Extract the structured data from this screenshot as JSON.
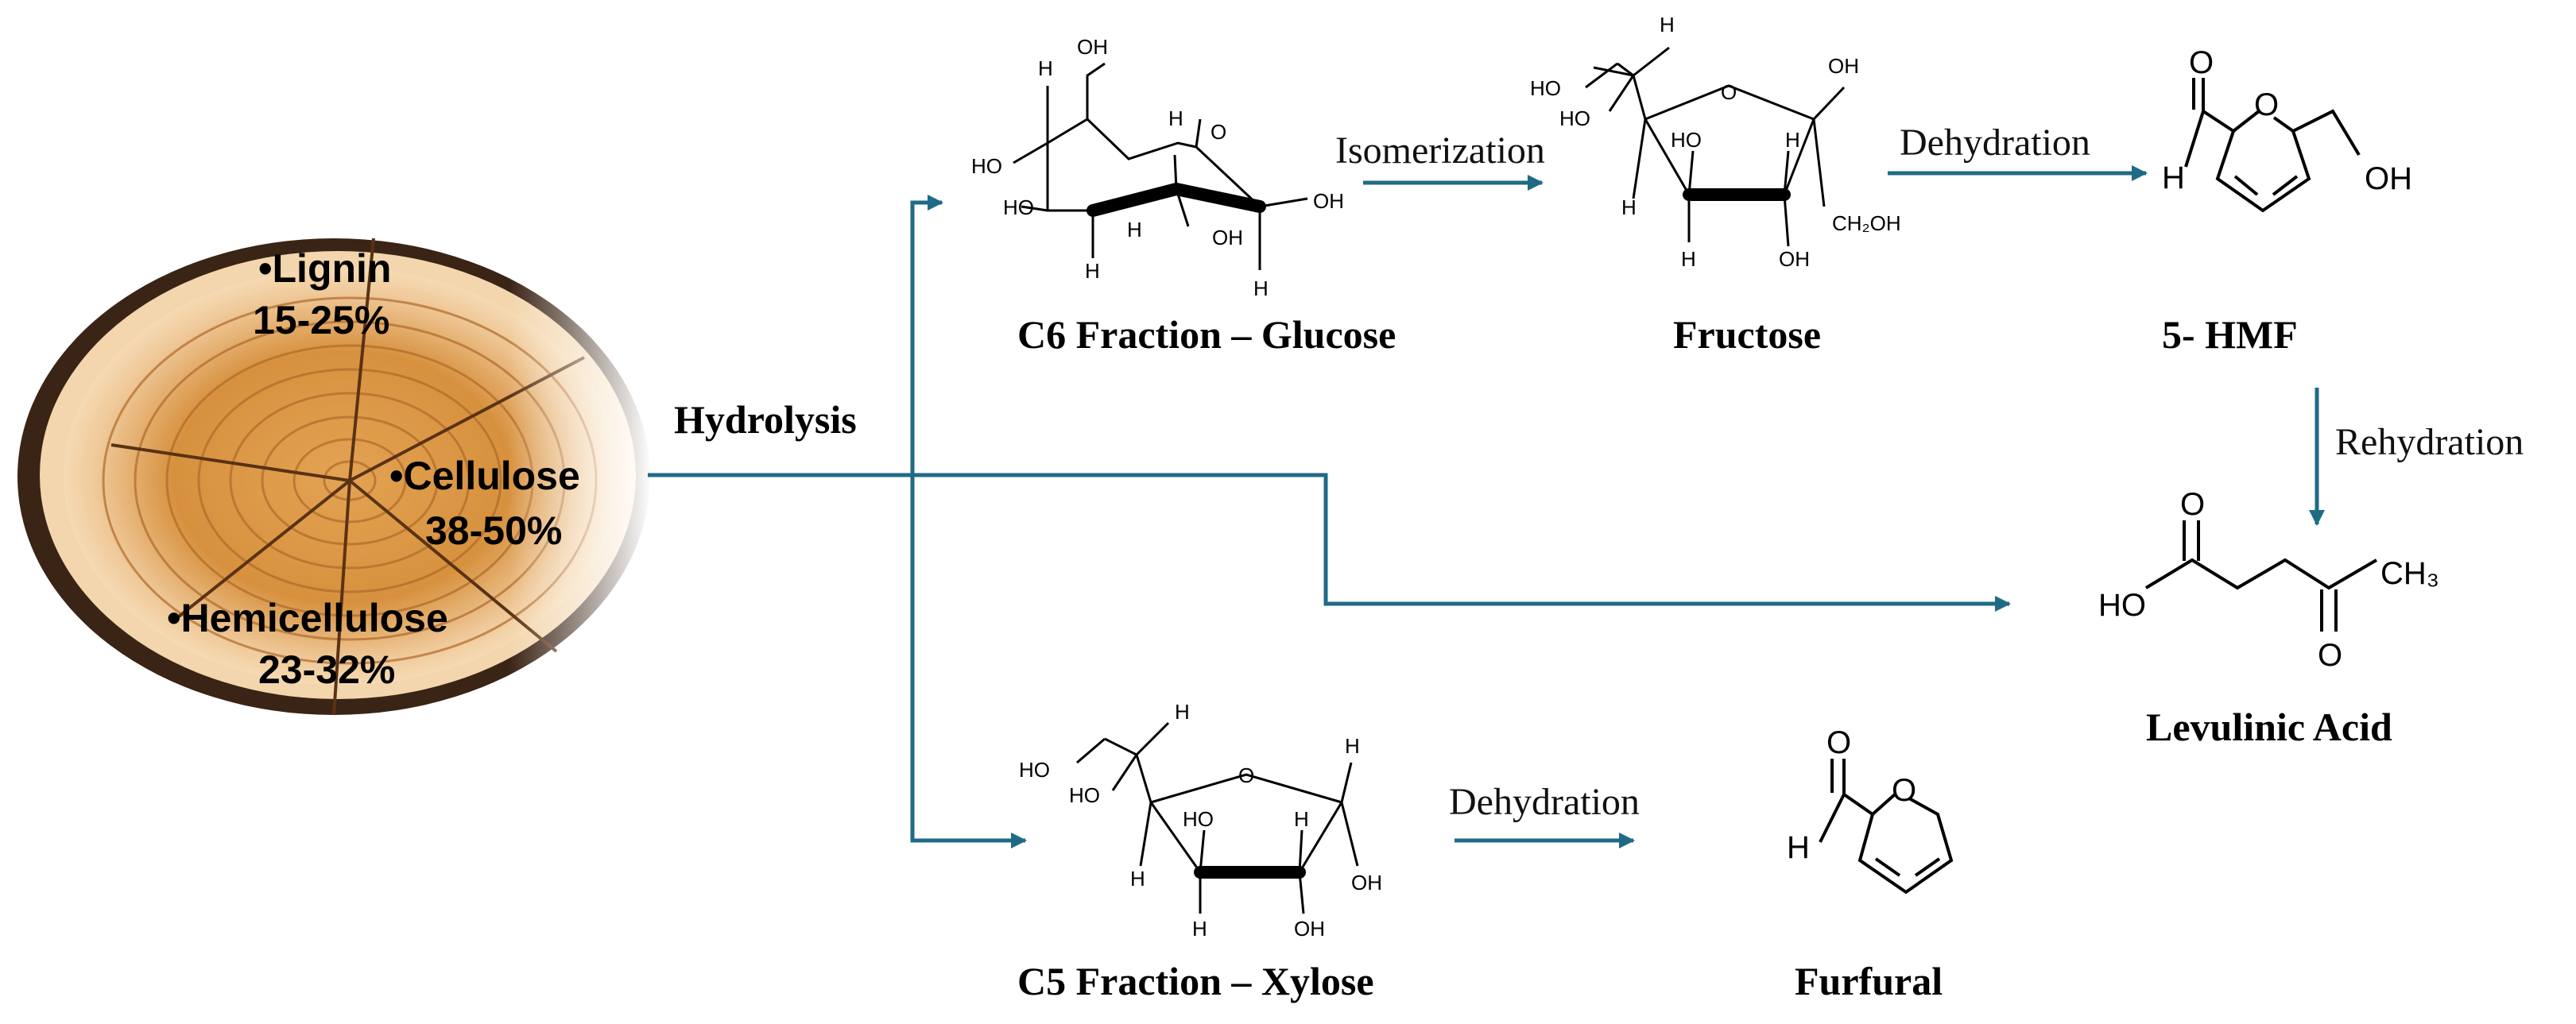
{
  "wood": {
    "lignin_label": "•Lignin",
    "lignin_pct": "15-25%",
    "cellulose_label": "•Cellulose",
    "cellulose_pct": "38-50%",
    "hemicellulose_label": "•Hemicellulose",
    "hemicellulose_pct": "23-32%"
  },
  "steps": {
    "hydrolysis": "Hydrolysis",
    "isomerization": "Isomerization",
    "dehydration_top": "Dehydration",
    "rehydration": "Rehydration",
    "dehydration_bottom": "Dehydration"
  },
  "products": {
    "glucose": "C6 Fraction – Glucose",
    "fructose": "Fructose",
    "hmf": "5- HMF",
    "levulinic": "Levulinic Acid",
    "xylose": "C5 Fraction – Xylose",
    "furfural": "Furfural"
  },
  "atoms": {
    "OH": "OH",
    "HO": "HO",
    "H": "H",
    "O": "O",
    "CH2OH": "CH₂OH",
    "CH3": "CH₃"
  },
  "colors": {
    "arrow": "#1f6b86",
    "wood_ring": "#c98a3a",
    "wood_bark": "#3a2416"
  }
}
